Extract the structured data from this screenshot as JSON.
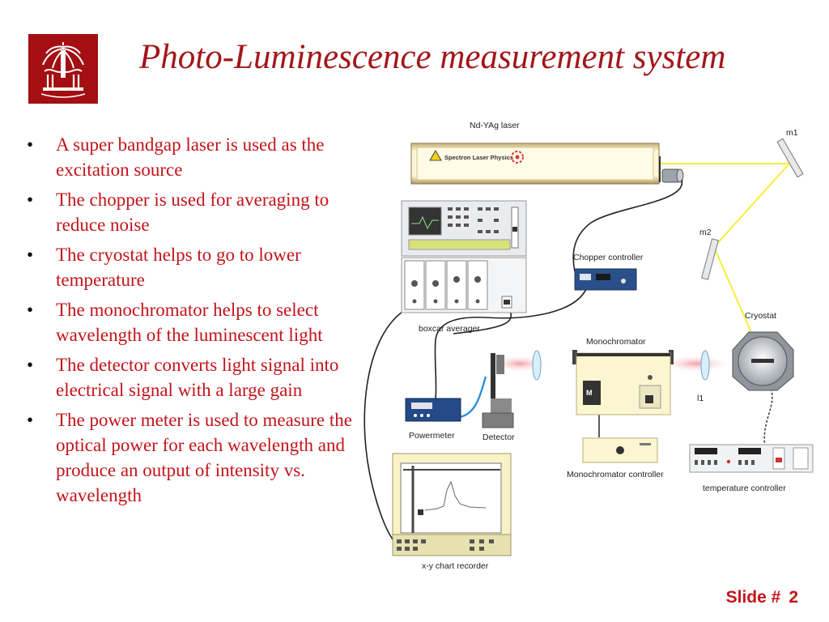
{
  "header": {
    "title": "Photo-Luminescence measurement system"
  },
  "bullets": [
    "A super bandgap laser is used as the excitation source",
    "The chopper is used for averaging to reduce noise",
    "The cryostat helps to go to lower temperature",
    "The monochromator helps to select wavelength of the luminescent light",
    "The detector converts light signal into electrical signal with a large gain",
    "The power meter is used to measure the optical power for each wavelength and produce an output of intensity vs. wavelength"
  ],
  "diagram": {
    "laser_label": "Nd-YAg laser",
    "laser_brand": "Spectron Laser Physics",
    "m1_label": "m1",
    "m2_label": "m2",
    "chopper_controller_label": "Chopper  controller",
    "boxcar_label": "boxcar averager",
    "cryostat_label": "Cryostat",
    "monochromator_label": "Monochromator",
    "l1_label": "l1",
    "powermeter_label": "Powermeter",
    "detector_label": "Detector",
    "mono_controller_label": "Monochromator  controller",
    "temp_controller_label": "temperature controller",
    "xy_recorder_label": "x-y chart recorder",
    "laser_beam_color": "#f6ee3a",
    "cable_color": "#222222",
    "fiber_color": "#2e8fd6"
  },
  "footer": {
    "slide_label": "Slide #",
    "slide_number": "2"
  }
}
